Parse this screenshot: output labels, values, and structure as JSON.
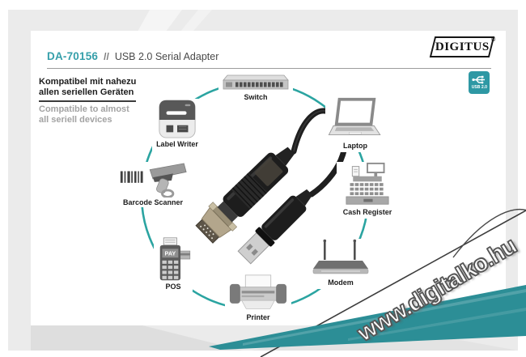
{
  "header": {
    "model": "DA-70156",
    "separator": "//",
    "title": "USB 2.0 Serial Adapter"
  },
  "brand": {
    "name": "DIGITUS",
    "registered": "®"
  },
  "usb_badge": {
    "label": "USB 2.0"
  },
  "description": {
    "de": [
      "Kompatibel mit nahezu",
      "allen seriellen Geräten"
    ],
    "en": [
      "Compatible to almost",
      "all seriell devices"
    ]
  },
  "diagram": {
    "devices": [
      {
        "label": "Switch"
      },
      {
        "label": "Laptop"
      },
      {
        "label": "Cash Register"
      },
      {
        "label": "Modem"
      },
      {
        "label": "Printer"
      },
      {
        "label": "POS",
        "screen_label": "PAY"
      },
      {
        "label": "Barcode Scanner"
      },
      {
        "label": "Label Writer"
      }
    ],
    "center_product": "USB 2.0 to RS232 serial adapter cable"
  },
  "watermark": {
    "text": "www.digitalko.hu"
  },
  "colors": {
    "accent_teal": "#2ba4a1",
    "wedge_teal": "#2c8e96",
    "model_teal": "#359faa"
  }
}
